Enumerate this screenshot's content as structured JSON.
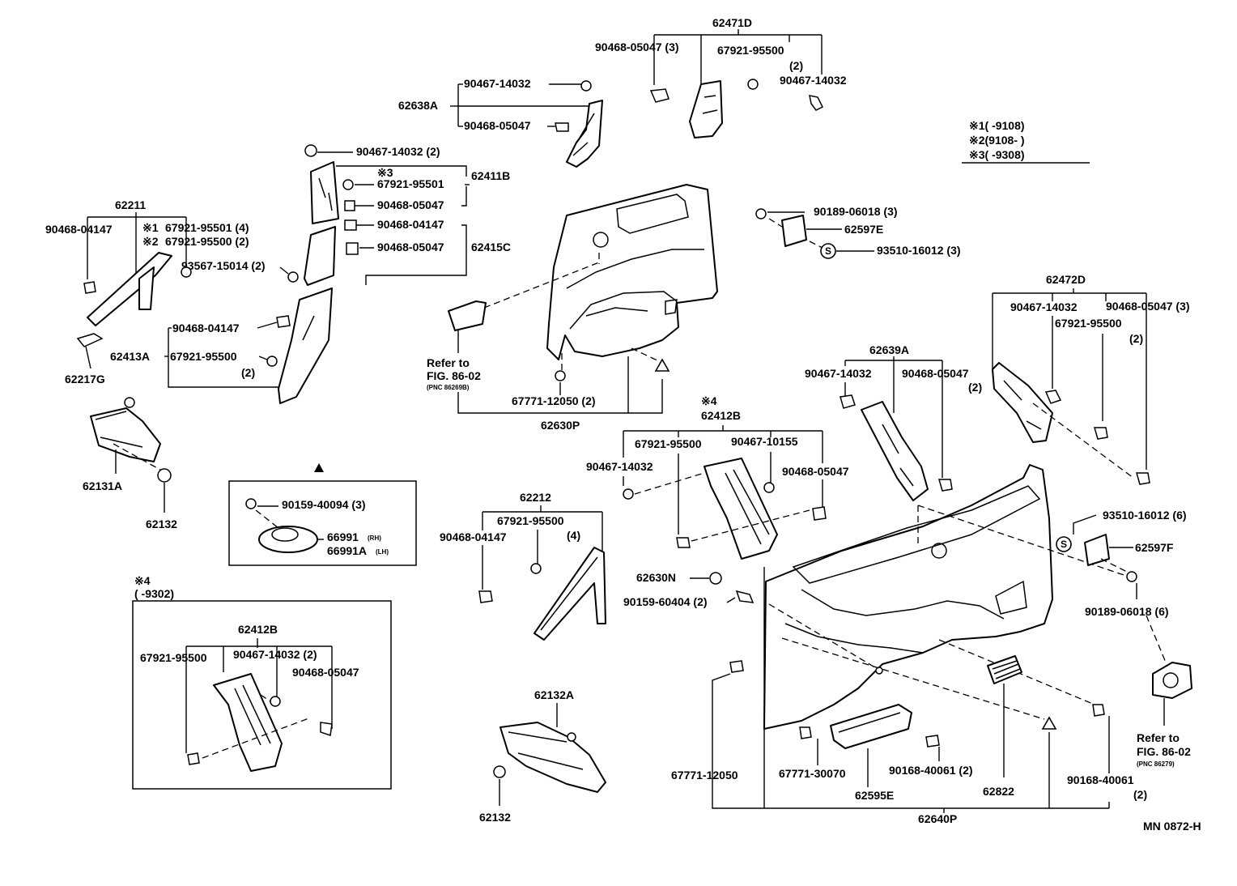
{
  "legend": {
    "row1": "※1(      -9108)",
    "row2": "※2(9108-      )",
    "row3": "※3(      -9308)"
  },
  "inset": {
    "title_mark": "※4",
    "title_range": "(      -9302)",
    "part": "62412B",
    "p1": "67921-95500",
    "p2": "90467-14032 (2)",
    "p3": "90468-05047"
  },
  "labels": {
    "l62471D": "62471D",
    "l90468_05047_3_top": "90468-05047 (3)",
    "l67921_95500_top": "67921-95500",
    "l2_top": "(2)",
    "l90467_14032_topright": "90467-14032",
    "l90467_14032_a": "90467-14032",
    "l62638A": "62638A",
    "l90468_05047_a": "90468-05047",
    "l90467_14032_2": "90467-14032 (2)",
    "l3mark": "※3",
    "l67921_95501": "67921-95501",
    "l62411B": "62411B",
    "l90468_05047_b": "90468-05047",
    "l90468_04147_a": "90468-04147",
    "l90468_05047_c": "90468-05047",
    "l62415C": "62415C",
    "l62211": "62211",
    "l90468_04147_left": "90468-04147",
    "l1mark": "※1",
    "l67921_95501_4": "67921-95501 (4)",
    "l2mark": "※2",
    "l67921_95500_2": "67921-95500 (2)",
    "l93567_15014": "93567-15014 (2)",
    "l90468_04147_b": "90468-04147",
    "l62413A": "62413A",
    "l67921_95500_b": "67921-95500",
    "l2_b": "(2)",
    "l62217G": "62217G",
    "l62131A": "62131A",
    "l62132_a": "62132",
    "l90159_40094": "90159-40094 (3)",
    "l66991": "66991",
    "l66991_rh": "(RH)",
    "l66991A": "66991A",
    "l66991A_lh": "(LH)",
    "refer_left_1": "Refer to",
    "refer_left_2": "FIG. 86-02",
    "refer_left_3": "(PNC 86269B)",
    "l67771_12050_2": "67771-12050 (2)",
    "l62630P": "62630P",
    "l90189_06018_3": "90189-06018 (3)",
    "l62597E": "62597E",
    "l93510_16012_3": "93510-16012 (3)",
    "l62472D": "62472D",
    "l90467_14032_r": "90467-14032",
    "l90468_05047_3_r": "90468-05047 (3)",
    "l67921_95500_r": "67921-95500",
    "l2_r": "(2)",
    "l62639A": "62639A",
    "l90467_14032_m": "90467-14032",
    "l90468_05047_m": "90468-05047",
    "l2_m": "(2)",
    "l4mark": "※4",
    "l62412B": "62412B",
    "l67921_95500_c": "67921-95500",
    "l90467_10155": "90467-10155",
    "l90467_14032_c": "90467-14032",
    "l90468_05047_d": "90468-05047",
    "l62212": "62212",
    "l67921_95500_d": "67921-95500",
    "l4_d": "(4)",
    "l90468_04147_c": "90468-04147",
    "l62630N": "62630N",
    "l90159_60404": "90159-60404 (2)",
    "l93510_16012_6": "93510-16012 (6)",
    "l62597F": "62597F",
    "l90189_06018_6": "90189-06018 (6)",
    "l62132A": "62132A",
    "l62132_b": "62132",
    "l67771_12050": "67771-12050",
    "l67771_30070": "67771-30070",
    "l90168_40061_2": "90168-40061 (2)",
    "l62595E": "62595E",
    "l62822": "62822",
    "l90168_40061_b": "90168-40061",
    "l2_e": "(2)",
    "l62640P": "62640P",
    "refer_right_1": "Refer to",
    "refer_right_2": "FIG. 86-02",
    "refer_right_3": "(PNC 86279)",
    "footer": "MN 0872-H"
  }
}
